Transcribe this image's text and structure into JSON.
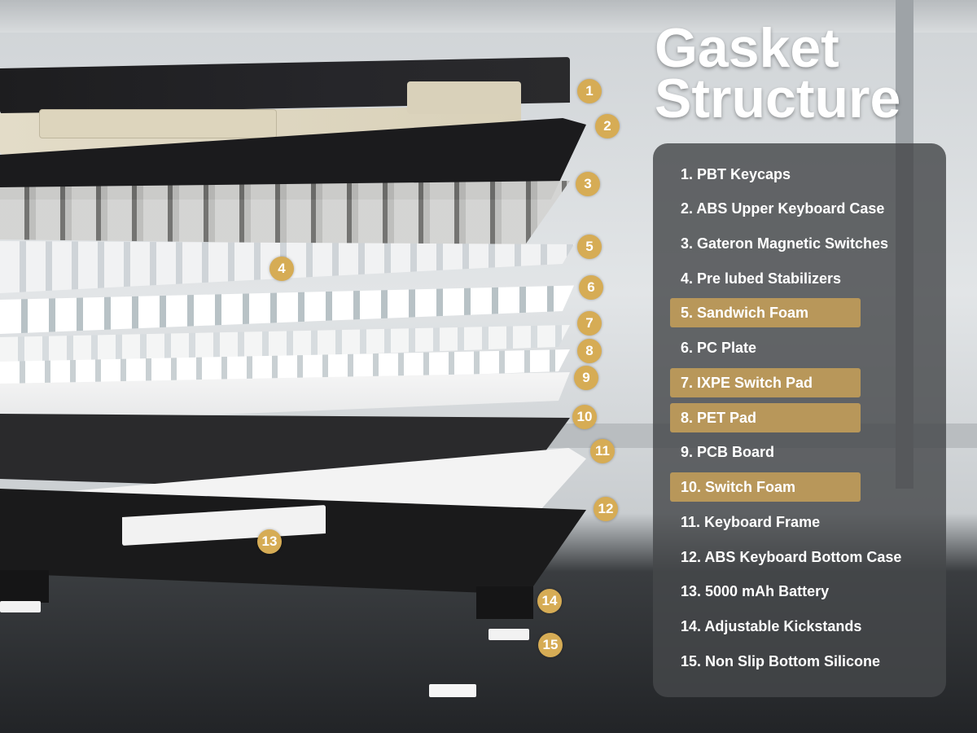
{
  "title_line1": "Gasket",
  "title_line2": "Structure",
  "items": [
    {
      "label": "1. PBT Keycaps",
      "highlight": false
    },
    {
      "label": "2. ABS Upper Keyboard Case",
      "highlight": false
    },
    {
      "label": "3. Gateron Magnetic Switches",
      "highlight": false
    },
    {
      "label": "4. Pre lubed Stabilizers",
      "highlight": false
    },
    {
      "label": "5. Sandwich Foam",
      "highlight": true
    },
    {
      "label": "6. PC Plate",
      "highlight": false
    },
    {
      "label": "7. IXPE Switch Pad",
      "highlight": true
    },
    {
      "label": "8. PET Pad",
      "highlight": true
    },
    {
      "label": "9. PCB Board",
      "highlight": false
    },
    {
      "label": "10. Switch Foam",
      "highlight": true
    },
    {
      "label": "11. Keyboard Frame",
      "highlight": false
    },
    {
      "label": "12. ABS Keyboard Bottom Case",
      "highlight": false
    },
    {
      "label": "13. 5000 mAh Battery",
      "highlight": false
    },
    {
      "label": "14. Adjustable Kickstands",
      "highlight": false
    },
    {
      "label": "15. Non Slip Bottom Silicone",
      "highlight": false
    }
  ],
  "badges": [
    "1",
    "2",
    "3",
    "4",
    "5",
    "6",
    "7",
    "8",
    "9",
    "10",
    "11",
    "12",
    "13",
    "14",
    "15"
  ],
  "colors": {
    "accent": "#d6ac55",
    "highlight": "#b8975a",
    "panel": "#46484b"
  }
}
